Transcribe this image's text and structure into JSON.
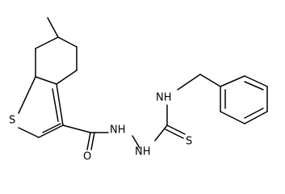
{
  "atom_labels": {
    "s_ring": "S",
    "o_carbonyl": "O",
    "nh_1": "NH",
    "nh_2": "NH",
    "nh_benzyl": "NH",
    "s_thione": "S"
  },
  "colors": {
    "background": "#ffffff",
    "ink": "#000000"
  }
}
